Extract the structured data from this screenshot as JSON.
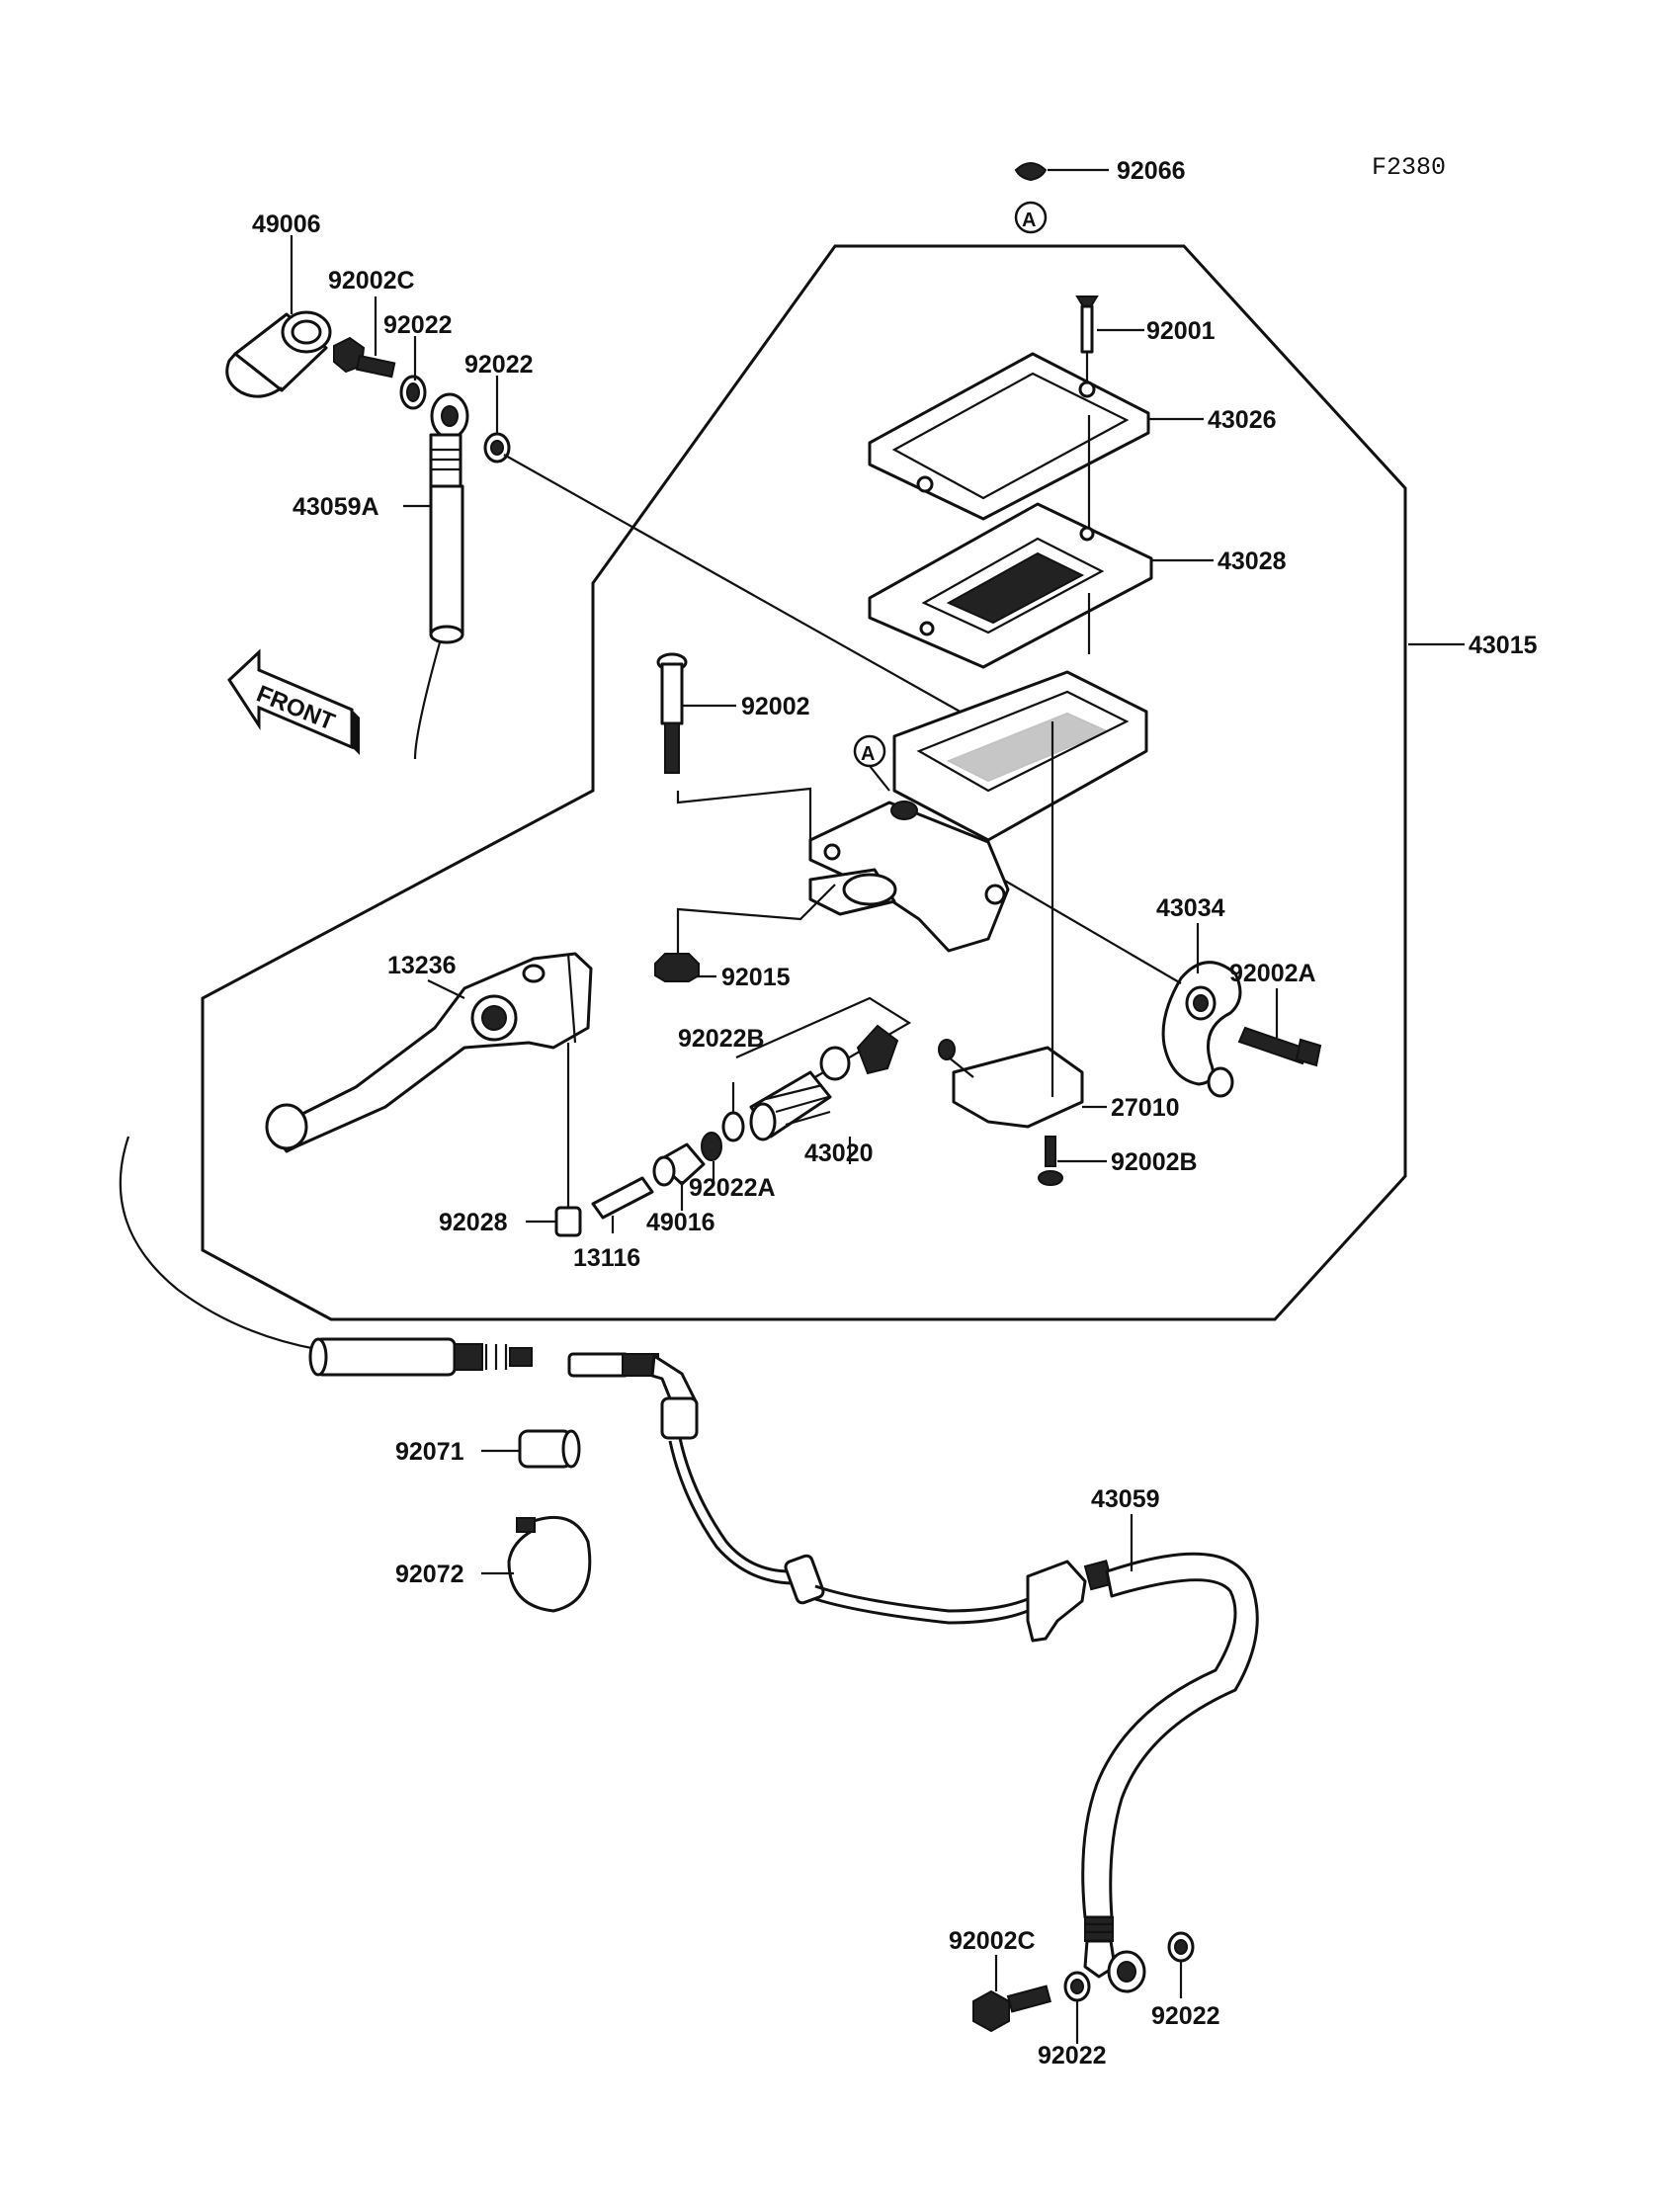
{
  "diagram_code": "F2380",
  "front_label": "FRONT",
  "ref_marker": "A",
  "parts": [
    {
      "id": "p92066",
      "number": "92066"
    },
    {
      "id": "p49006",
      "number": "49006"
    },
    {
      "id": "p92002C_top",
      "number": "92002C"
    },
    {
      "id": "p92022_a",
      "number": "92022"
    },
    {
      "id": "p92022_b",
      "number": "92022"
    },
    {
      "id": "p43059A",
      "number": "43059A"
    },
    {
      "id": "p92001",
      "number": "92001"
    },
    {
      "id": "p43026",
      "number": "43026"
    },
    {
      "id": "p43028",
      "number": "43028"
    },
    {
      "id": "p43015",
      "number": "43015"
    },
    {
      "id": "p92002",
      "number": "92002"
    },
    {
      "id": "p43034",
      "number": "43034"
    },
    {
      "id": "p92002A",
      "number": "92002A"
    },
    {
      "id": "p13236",
      "number": "13236"
    },
    {
      "id": "p92015",
      "number": "92015"
    },
    {
      "id": "p92022B",
      "number": "92022B"
    },
    {
      "id": "p27010",
      "number": "27010"
    },
    {
      "id": "p43020",
      "number": "43020"
    },
    {
      "id": "p92002B",
      "number": "92002B"
    },
    {
      "id": "p92022A",
      "number": "92022A"
    },
    {
      "id": "p49016",
      "number": "49016"
    },
    {
      "id": "p92028",
      "number": "92028"
    },
    {
      "id": "p13116",
      "number": "13116"
    },
    {
      "id": "p92071",
      "number": "92071"
    },
    {
      "id": "p43059",
      "number": "43059"
    },
    {
      "id": "p92072",
      "number": "92072"
    },
    {
      "id": "p92002C_bot",
      "number": "92002C"
    },
    {
      "id": "p92022_c",
      "number": "92022"
    },
    {
      "id": "p92022_d",
      "number": "92022"
    }
  ]
}
